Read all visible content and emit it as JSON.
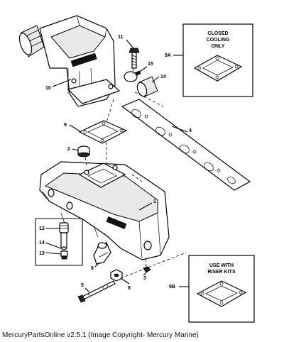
{
  "callouts": {
    "c1": "1",
    "c2": "2",
    "c3": "3",
    "c4": "4",
    "c5": "5",
    "c8a": "8",
    "c8b": "8",
    "c9": "9",
    "c9a": "9A",
    "c9b": "9B",
    "c10": "10",
    "c11": "11",
    "c12": "12",
    "c13": "13",
    "c14a": "14",
    "c14b": "14",
    "c15": "15"
  },
  "box_top": {
    "line1": "CLOSED",
    "line2": "COOLING",
    "line3": "ONLY"
  },
  "box_bottom": {
    "line1": "USE WITH",
    "line2": "RISER KITS"
  },
  "footer": "MercuryPartsOnline v2.5.1 (Image Copyright- Mercury Marine)"
}
